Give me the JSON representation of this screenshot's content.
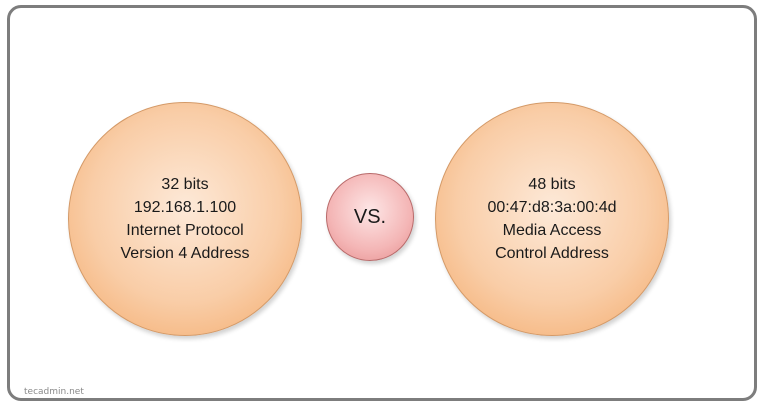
{
  "left": {
    "lines": [
      "32 bits",
      "192.168.1.100",
      "Internet Protocol",
      "Version 4 Address"
    ]
  },
  "center": {
    "label": "VS."
  },
  "right": {
    "lines": [
      "48 bits",
      "00:47:d8:3a:00:4d",
      "Media Access",
      "Control Address"
    ]
  },
  "watermark": "tecadmin.net",
  "colors": {
    "large_circle_fill": "#f9cda7",
    "small_circle_fill": "#f4b6b6",
    "frame_border": "#7d7d7d"
  }
}
